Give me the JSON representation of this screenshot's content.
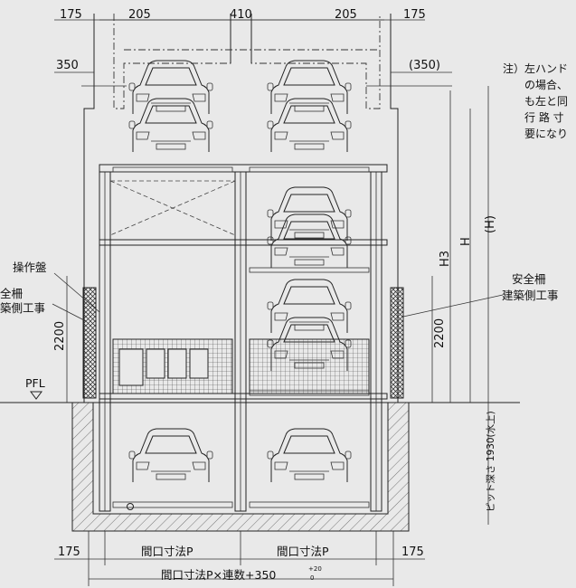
{
  "dimensions_top": {
    "d175_left": "175",
    "d205_left": "205",
    "d410": "410",
    "d205_right": "205",
    "d175_right": "175"
  },
  "dimensions_side": {
    "d350": "350",
    "d350_paren": "(350)"
  },
  "dimensions_vertical": {
    "h2200_left": "2200",
    "h2200_right": "2200",
    "h3": "H3",
    "h": "H",
    "h_paren": "(H)",
    "pit": "ピット深さ 1930(水上)"
  },
  "dimensions_bottom": {
    "d175_left": "175",
    "p_left": "間口寸法P",
    "p_right": "間口寸法P",
    "d175_right": "175",
    "total": "間口寸法P×連数+350",
    "tol_plus": "+20",
    "tol_zero": "0"
  },
  "labels": {
    "control_panel": "操作盤",
    "fence_left_1": "全柵",
    "fence_left_2": "築側工事",
    "fence_right_1": "安全柵",
    "fence_right_2": "建築側工事",
    "pfl": "PFL"
  },
  "note_lines": [
    "注）左ハンド",
    "の場合、",
    "も左と同",
    "行 路 寸",
    "要になり"
  ],
  "colors": {
    "background": "#e9e9e9",
    "line": "#222222",
    "fence": "#333333"
  }
}
